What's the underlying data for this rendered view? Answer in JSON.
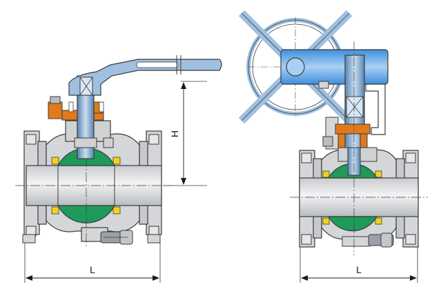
{
  "labels": {
    "left_length": "L",
    "left_height": "H",
    "right_length": "L"
  },
  "colors": {
    "body_fill": "#d4d6d8",
    "outline": "#3a3a3a",
    "ball_fill": "#1f9a5a",
    "stem_fill": "#8fb4d8",
    "handle_fill": "#9fc0e0",
    "gland_fill": "#e07a1a",
    "seat_fill": "#f2d21a",
    "gear_fill": "#5aa0e0",
    "wheel_fill": "#b9d4ee"
  },
  "views": [
    {
      "name": "lever-operated-ball-valve"
    },
    {
      "name": "gear-operated-ball-valve"
    }
  ]
}
